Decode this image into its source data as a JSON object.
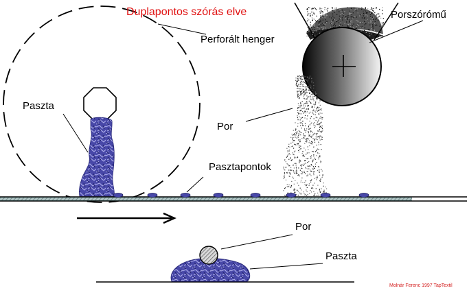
{
  "diagram": {
    "title": "Duplapontos szórás elve",
    "labels": {
      "perforated_cylinder": "Perforált henger",
      "powder_scatterer": "Porszórómű",
      "paste": "Paszta",
      "powder": "Por",
      "paste_dots": "Pasztapontok",
      "detail_powder": "Por",
      "detail_paste": "Paszta"
    },
    "credit": "Molnár Ferenc 1997 TapTextil",
    "colors": {
      "title": "#e01010",
      "paste": "#3c3c9a",
      "paste_light": "#8c8cd8",
      "belt": "#4a8a8a",
      "credit": "#d42020"
    }
  }
}
